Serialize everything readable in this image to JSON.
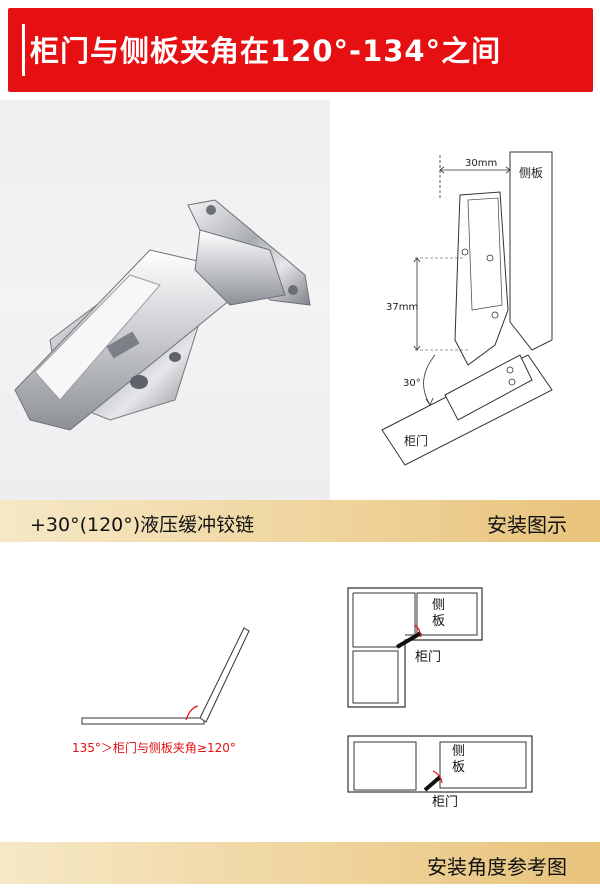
{
  "header": {
    "title": "柜门与侧板夹角在120°-134°之间"
  },
  "bar1": {
    "left": "+30°(120°)液压缓冲铰链",
    "right": "安装图示"
  },
  "install_diagram": {
    "label_30mm": "30mm",
    "label_side_panel": "侧板",
    "label_37mm": "37mm",
    "label_30deg": "30°",
    "label_door": "柜门"
  },
  "angle_note": {
    "text": "135°＞柜门与侧板夹角≥120°"
  },
  "cabinet_top": {
    "side_panel": [
      "侧",
      "板"
    ],
    "door": "柜门"
  },
  "cabinet_bottom": {
    "side_panel": [
      "侧",
      "板"
    ],
    "door": "柜门"
  },
  "bar2": {
    "right": "安装角度参考图"
  },
  "colors": {
    "accent_red": "#e60f11",
    "gold_start": "#f6e8c6",
    "gold_end": "#e8c37c"
  }
}
